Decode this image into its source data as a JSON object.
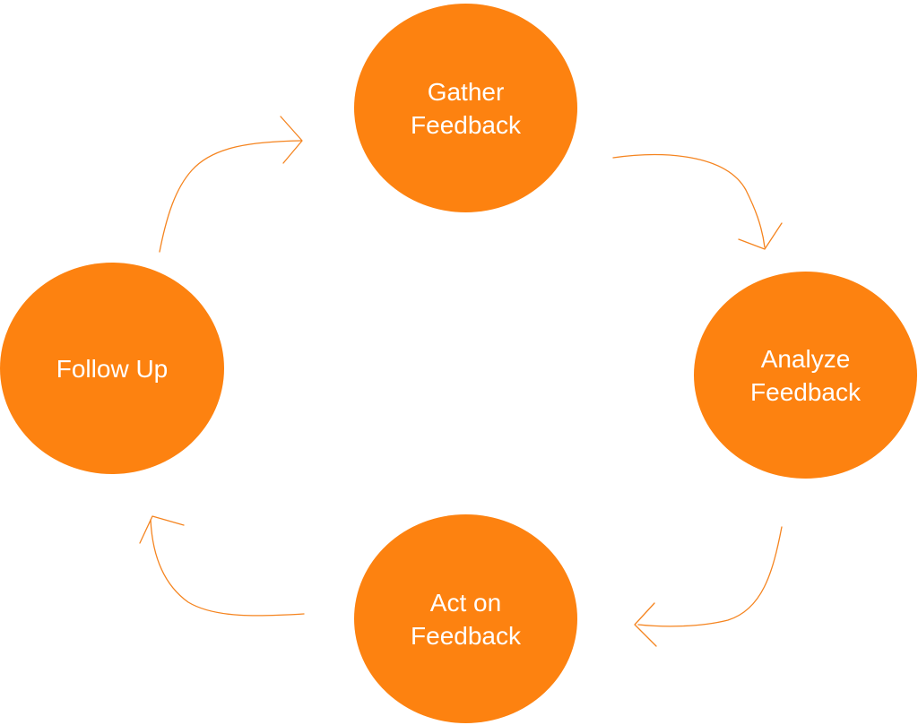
{
  "colors": {
    "node_fill": "#fd8210",
    "arrow_stroke": "#f5841f",
    "label_text": "#ffffff",
    "background": "#ffffff"
  },
  "nodes": [
    {
      "id": "gather",
      "label": "Gather\nFeedback"
    },
    {
      "id": "analyze",
      "label": "Analyze\nFeedback"
    },
    {
      "id": "act",
      "label": "Act on\nFeedback"
    },
    {
      "id": "follow",
      "label": "Follow Up"
    }
  ],
  "edges": [
    {
      "from": "gather",
      "to": "analyze"
    },
    {
      "from": "analyze",
      "to": "act"
    },
    {
      "from": "act",
      "to": "follow"
    },
    {
      "from": "follow",
      "to": "gather"
    }
  ]
}
